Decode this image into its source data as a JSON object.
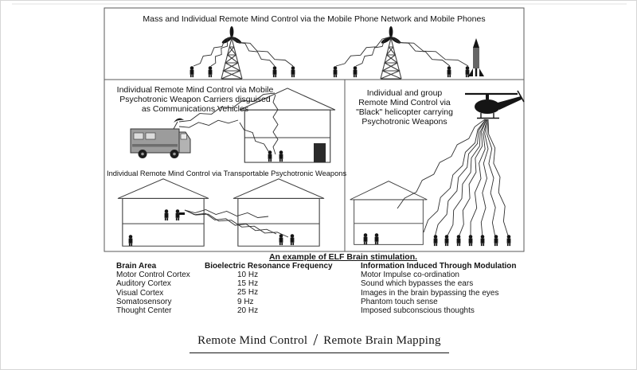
{
  "sections": {
    "mass": {
      "title": "Mass and Individual Remote Mind Control via the Mobile Phone Network and Mobile Phones"
    },
    "van": {
      "title_lines": [
        "Individual Remote Mind Control via Mobile",
        "Psychotronic Weapon Carriers disguised",
        "as Communications Vehicles"
      ]
    },
    "transportable": {
      "title": "Individual Remote Mind Control via Transportable Psychotronic Weapons"
    },
    "helicopter": {
      "title_lines": [
        "Individual and group",
        "Remote Mind Control via",
        "\"Black\" helicopter carrying",
        "Psychotronic Weapons"
      ]
    }
  },
  "elf_table": {
    "title": "An example of ELF Brain stimulation.",
    "headers": [
      "Brain Area",
      "Bioelectric Resonance Frequency",
      "Information Induced Through Modulation"
    ],
    "rows": [
      {
        "area": "Motor Control Cortex",
        "frequency": "10 Hz",
        "effect": "Motor Impulse co-ordination"
      },
      {
        "area": "Auditory Cortex",
        "frequency": "15 Hz",
        "effect": "Sound which bypasses the ears"
      },
      {
        "area": "Visual Cortex",
        "frequency": "25 Hz",
        "effect": "Images in the brain bypassing the eyes"
      },
      {
        "area": "Somatosensory",
        "frequency": "9 Hz",
        "effect": "Phantom touch sense"
      },
      {
        "area": "Thought Center",
        "frequency": "20 Hz",
        "effect": "Imposed subconscious thoughts"
      }
    ]
  },
  "footer": {
    "left": "Remote Mind Control",
    "separator": "/",
    "right": "Remote Brain Mapping"
  },
  "icons": {
    "transmission-tower-icon": "lattice mast with three-lobe antenna",
    "person-icon": "small human silhouette",
    "house-icon": "two-storey house outline",
    "van-icon": "communications van with roof dish",
    "helicopter-icon": "black helicopter silhouette",
    "rocket-icon": "small missile",
    "zigzag-beam": "lightning-style transmission line"
  },
  "colors": {
    "ink": "#151515",
    "line": "#3d3d3d",
    "frame": "#5a5a5a",
    "van_fill": "#9c9c9c"
  }
}
